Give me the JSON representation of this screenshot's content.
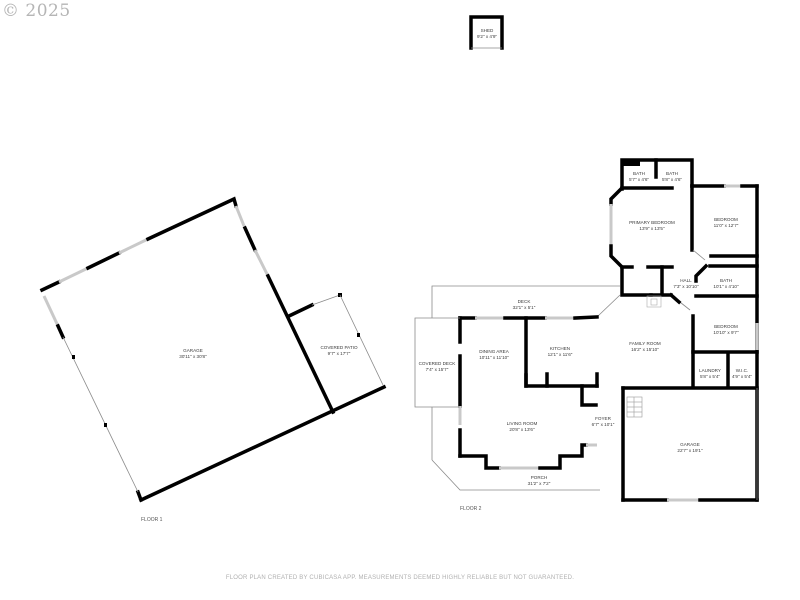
{
  "watermark": "© 2025",
  "footer_note": "FLOOR PLAN CREATED BY CUBICASA APP. MEASUREMENTS DEEMED HIGHLY RELIABLE BUT NOT GUARANTEED.",
  "floors": [
    {
      "label": "FLOOR 1",
      "rooms": [
        {
          "name": "GARAGE",
          "dims": "30'11\" x 30'8\""
        },
        {
          "name": "COVERED PATIO",
          "dims": "9'7\" x 17'7\""
        }
      ]
    },
    {
      "label": "FLOOR 2",
      "rooms": [
        {
          "name": "BATH",
          "dims": "5'7\" x 4'6\""
        },
        {
          "name": "BATH",
          "dims": "5'8\" x 4'6\""
        },
        {
          "name": "PRIMARY BEDROOM",
          "dims": "13'9\" x 13'5\""
        },
        {
          "name": "BEDROOM",
          "dims": "11'0\" x 12'7\""
        },
        {
          "name": "HALL",
          "dims": "7'3\" x 10'10\""
        },
        {
          "name": "BATH",
          "dims": "10'1\" x 4'10\""
        },
        {
          "name": "BEDROOM",
          "dims": "10'10\" x 9'7\""
        },
        {
          "name": "DECK",
          "dims": "32'1\" x 5'1\""
        },
        {
          "name": "DINING AREA",
          "dims": "10'11\" x 11'10\""
        },
        {
          "name": "KITCHEN",
          "dims": "12'1\" x 11'6\""
        },
        {
          "name": "FAMILY ROOM",
          "dims": "16'2\" x 15'10\""
        },
        {
          "name": "COVERED DECK",
          "dims": "7'4\" x 15'7\""
        },
        {
          "name": "LAUNDRY",
          "dims": "5'8\" x 5'4\""
        },
        {
          "name": "W.I.C.",
          "dims": "4'9\" x 5'4\""
        },
        {
          "name": "LIVING ROOM",
          "dims": "20'8\" x 13'6\""
        },
        {
          "name": "FOYER",
          "dims": "6'7\" x 10'1\""
        },
        {
          "name": "GARAGE",
          "dims": "22'7\" x 19'1\""
        },
        {
          "name": "PORCH",
          "dims": "31'2\" x 7'2\""
        }
      ]
    }
  ],
  "outbuildings": [
    {
      "name": "SHED",
      "dims": "9'2\" x 4'9\""
    }
  ]
}
